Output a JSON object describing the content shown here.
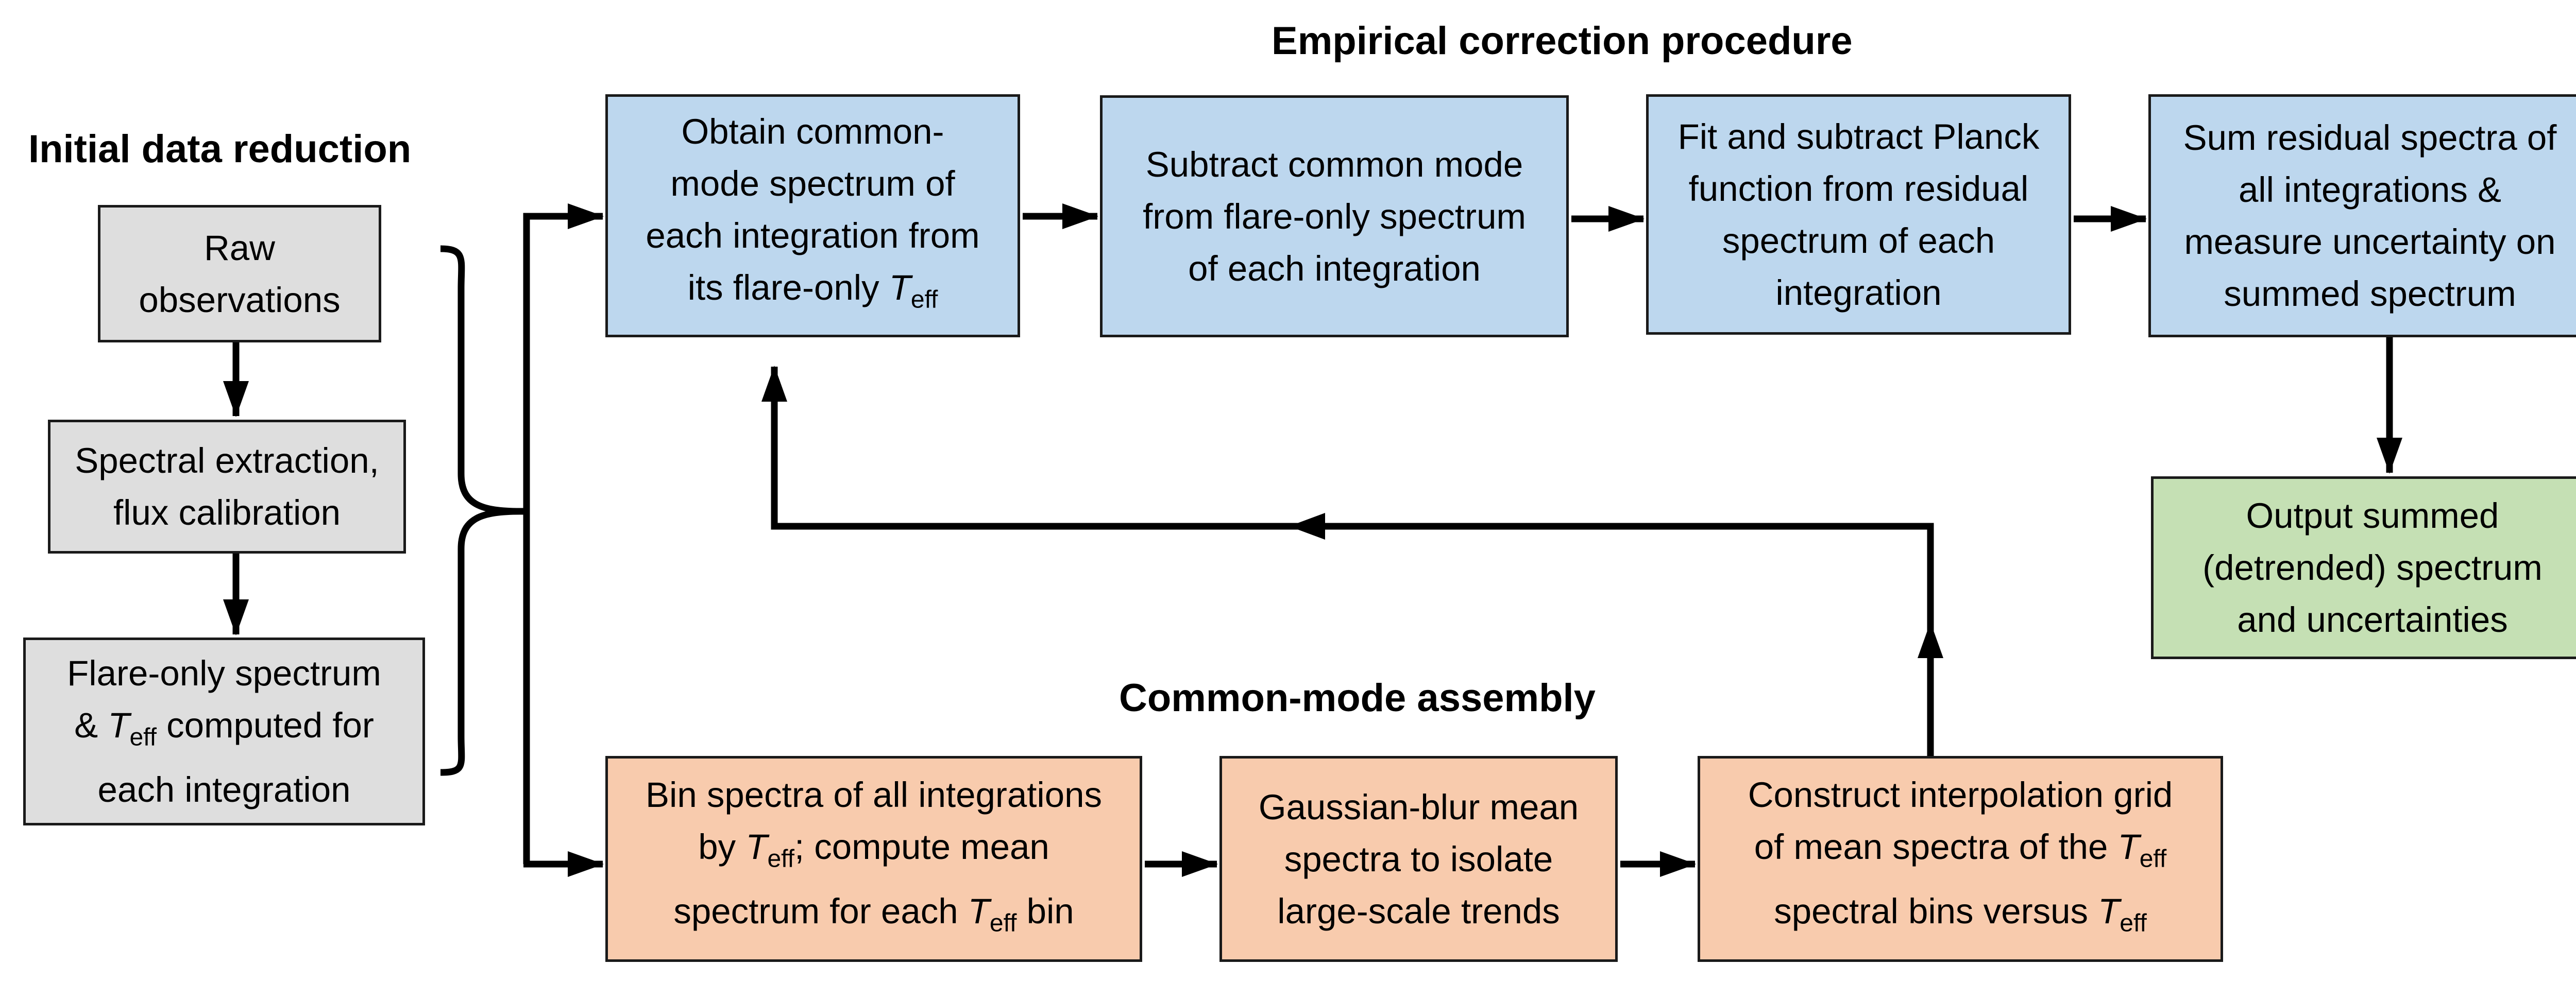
{
  "sections": {
    "initial": "Initial data reduction",
    "empirical": "Empirical correction procedure",
    "common_mode": "Common-mode assembly"
  },
  "boxes": {
    "raw": [
      "Raw",
      "observations"
    ],
    "extraction": [
      "Spectral extraction,",
      "flux calibration"
    ],
    "flare_only": {
      "l1": "Flare-only spectrum",
      "l2_pre": "& ",
      "l2_post": " computed for",
      "l3": "each integration"
    },
    "obtain": {
      "l1": "Obtain common-",
      "l2": "mode spectrum of",
      "l3": "each integration from",
      "l4_pre": "its flare-only "
    },
    "subtract": [
      "Subtract common mode",
      "from flare-only spectrum",
      "of each integration"
    ],
    "fit": [
      "Fit and subtract Planck",
      "function from residual",
      "spectrum of each",
      "integration"
    ],
    "sum": [
      "Sum residual spectra of",
      "all integrations &",
      "measure uncertainty on",
      "summed spectrum"
    ],
    "output": [
      "Output summed",
      "(detrended) spectrum",
      "and uncertainties"
    ],
    "bin": {
      "l1": "Bin spectra of all integrations",
      "l2_pre": "by ",
      "l2_post": "; compute mean",
      "l3_pre": "spectrum for each ",
      "l3_post": " bin"
    },
    "blur": [
      "Gaussian-blur mean",
      "spectra to isolate",
      "large-scale trends"
    ],
    "construct": {
      "l1": "Construct interpolation grid",
      "l2_pre": "of mean spectra of the ",
      "l3_pre": "spectral bins versus "
    }
  },
  "teff": {
    "symbol": "T",
    "subscript": "eff"
  },
  "colors": {
    "gray": "#dedede",
    "blue": "#bdd7ee",
    "orange": "#f8cbad",
    "green": "#c5e0b4",
    "stroke": "#000000"
  }
}
